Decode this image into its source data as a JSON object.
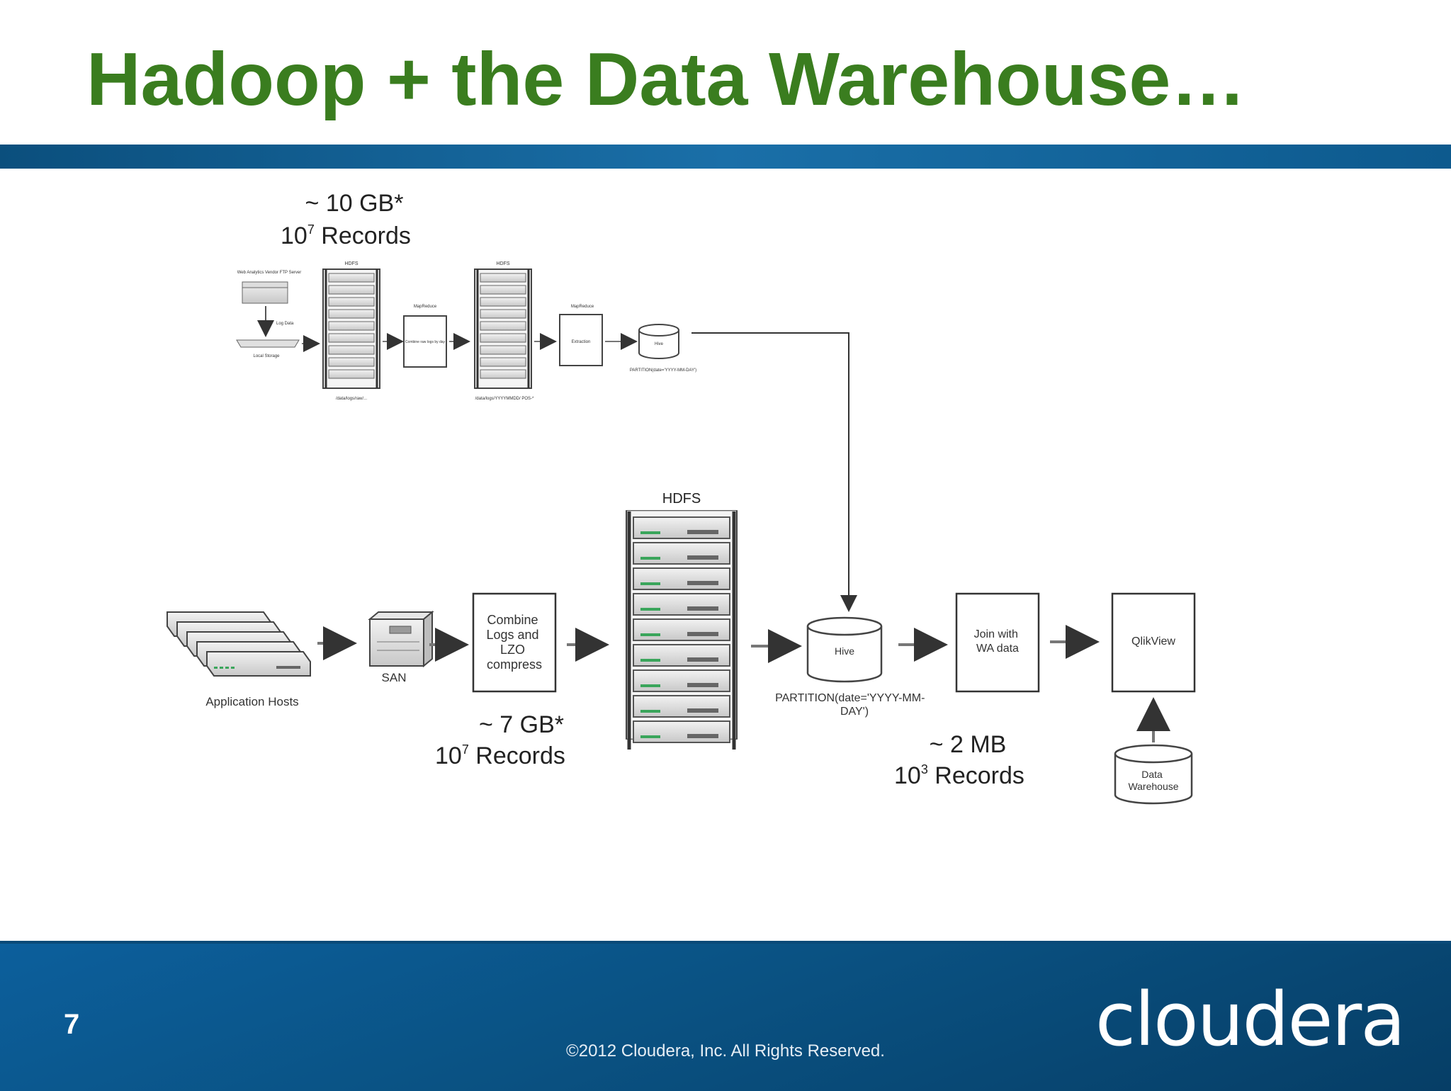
{
  "slide": {
    "title": "Hadoop + the Data Warehouse…",
    "page_number": "7",
    "copyright": "©2012 Cloudera, Inc. All Rights Reserved.",
    "logo": "cloudera",
    "colors": {
      "title": "#3a7d1f",
      "band": "#0b5a8f",
      "footer": "#0a5283"
    }
  },
  "diagram": {
    "top_flow": {
      "size_label": "~ 10 GB*",
      "records_base": "10",
      "records_exp": "7",
      "records_word": "Records",
      "server_label": "Web Analytics Vendor FTP Server",
      "log_data_label": "Log Data",
      "local_storage_label": "Local Storage",
      "hdfs1_label": "HDFS",
      "hdfs1_path": "/data/logs/raw/...",
      "mapreduce1_label": "MapReduce",
      "combine_label": "Combine raw logs by day",
      "hdfs2_label": "HDFS",
      "hdfs2_path": "/data/logs/YYYYMMDD/ POS-*",
      "mapreduce2_label": "MapReduce",
      "extraction_label": "Extraction",
      "hive_label": "Hive",
      "partition_label": "PARTITION(date='YYYY-MM-DAY')"
    },
    "bottom_flow": {
      "app_hosts_label": "Application Hosts",
      "san_label": "SAN",
      "combine_lines": [
        "Combine",
        "Logs and",
        "LZO",
        "compress"
      ],
      "hdfs_label": "HDFS",
      "size_label": "~ 7 GB*",
      "records_base": "10",
      "records_exp": "7",
      "records_word": "Records",
      "hive_label": "Hive",
      "partition_lines": [
        "PARTITION(date='YYYY-MM-",
        "DAY')"
      ],
      "join_lines": [
        "Join with",
        "WA data"
      ],
      "qlikview_label": "QlikView",
      "dw_lines": [
        "Data",
        "Warehouse"
      ],
      "out_size_label": "~ 2 MB",
      "out_records_base": "10",
      "out_records_exp": "3",
      "out_records_word": "Records"
    }
  }
}
